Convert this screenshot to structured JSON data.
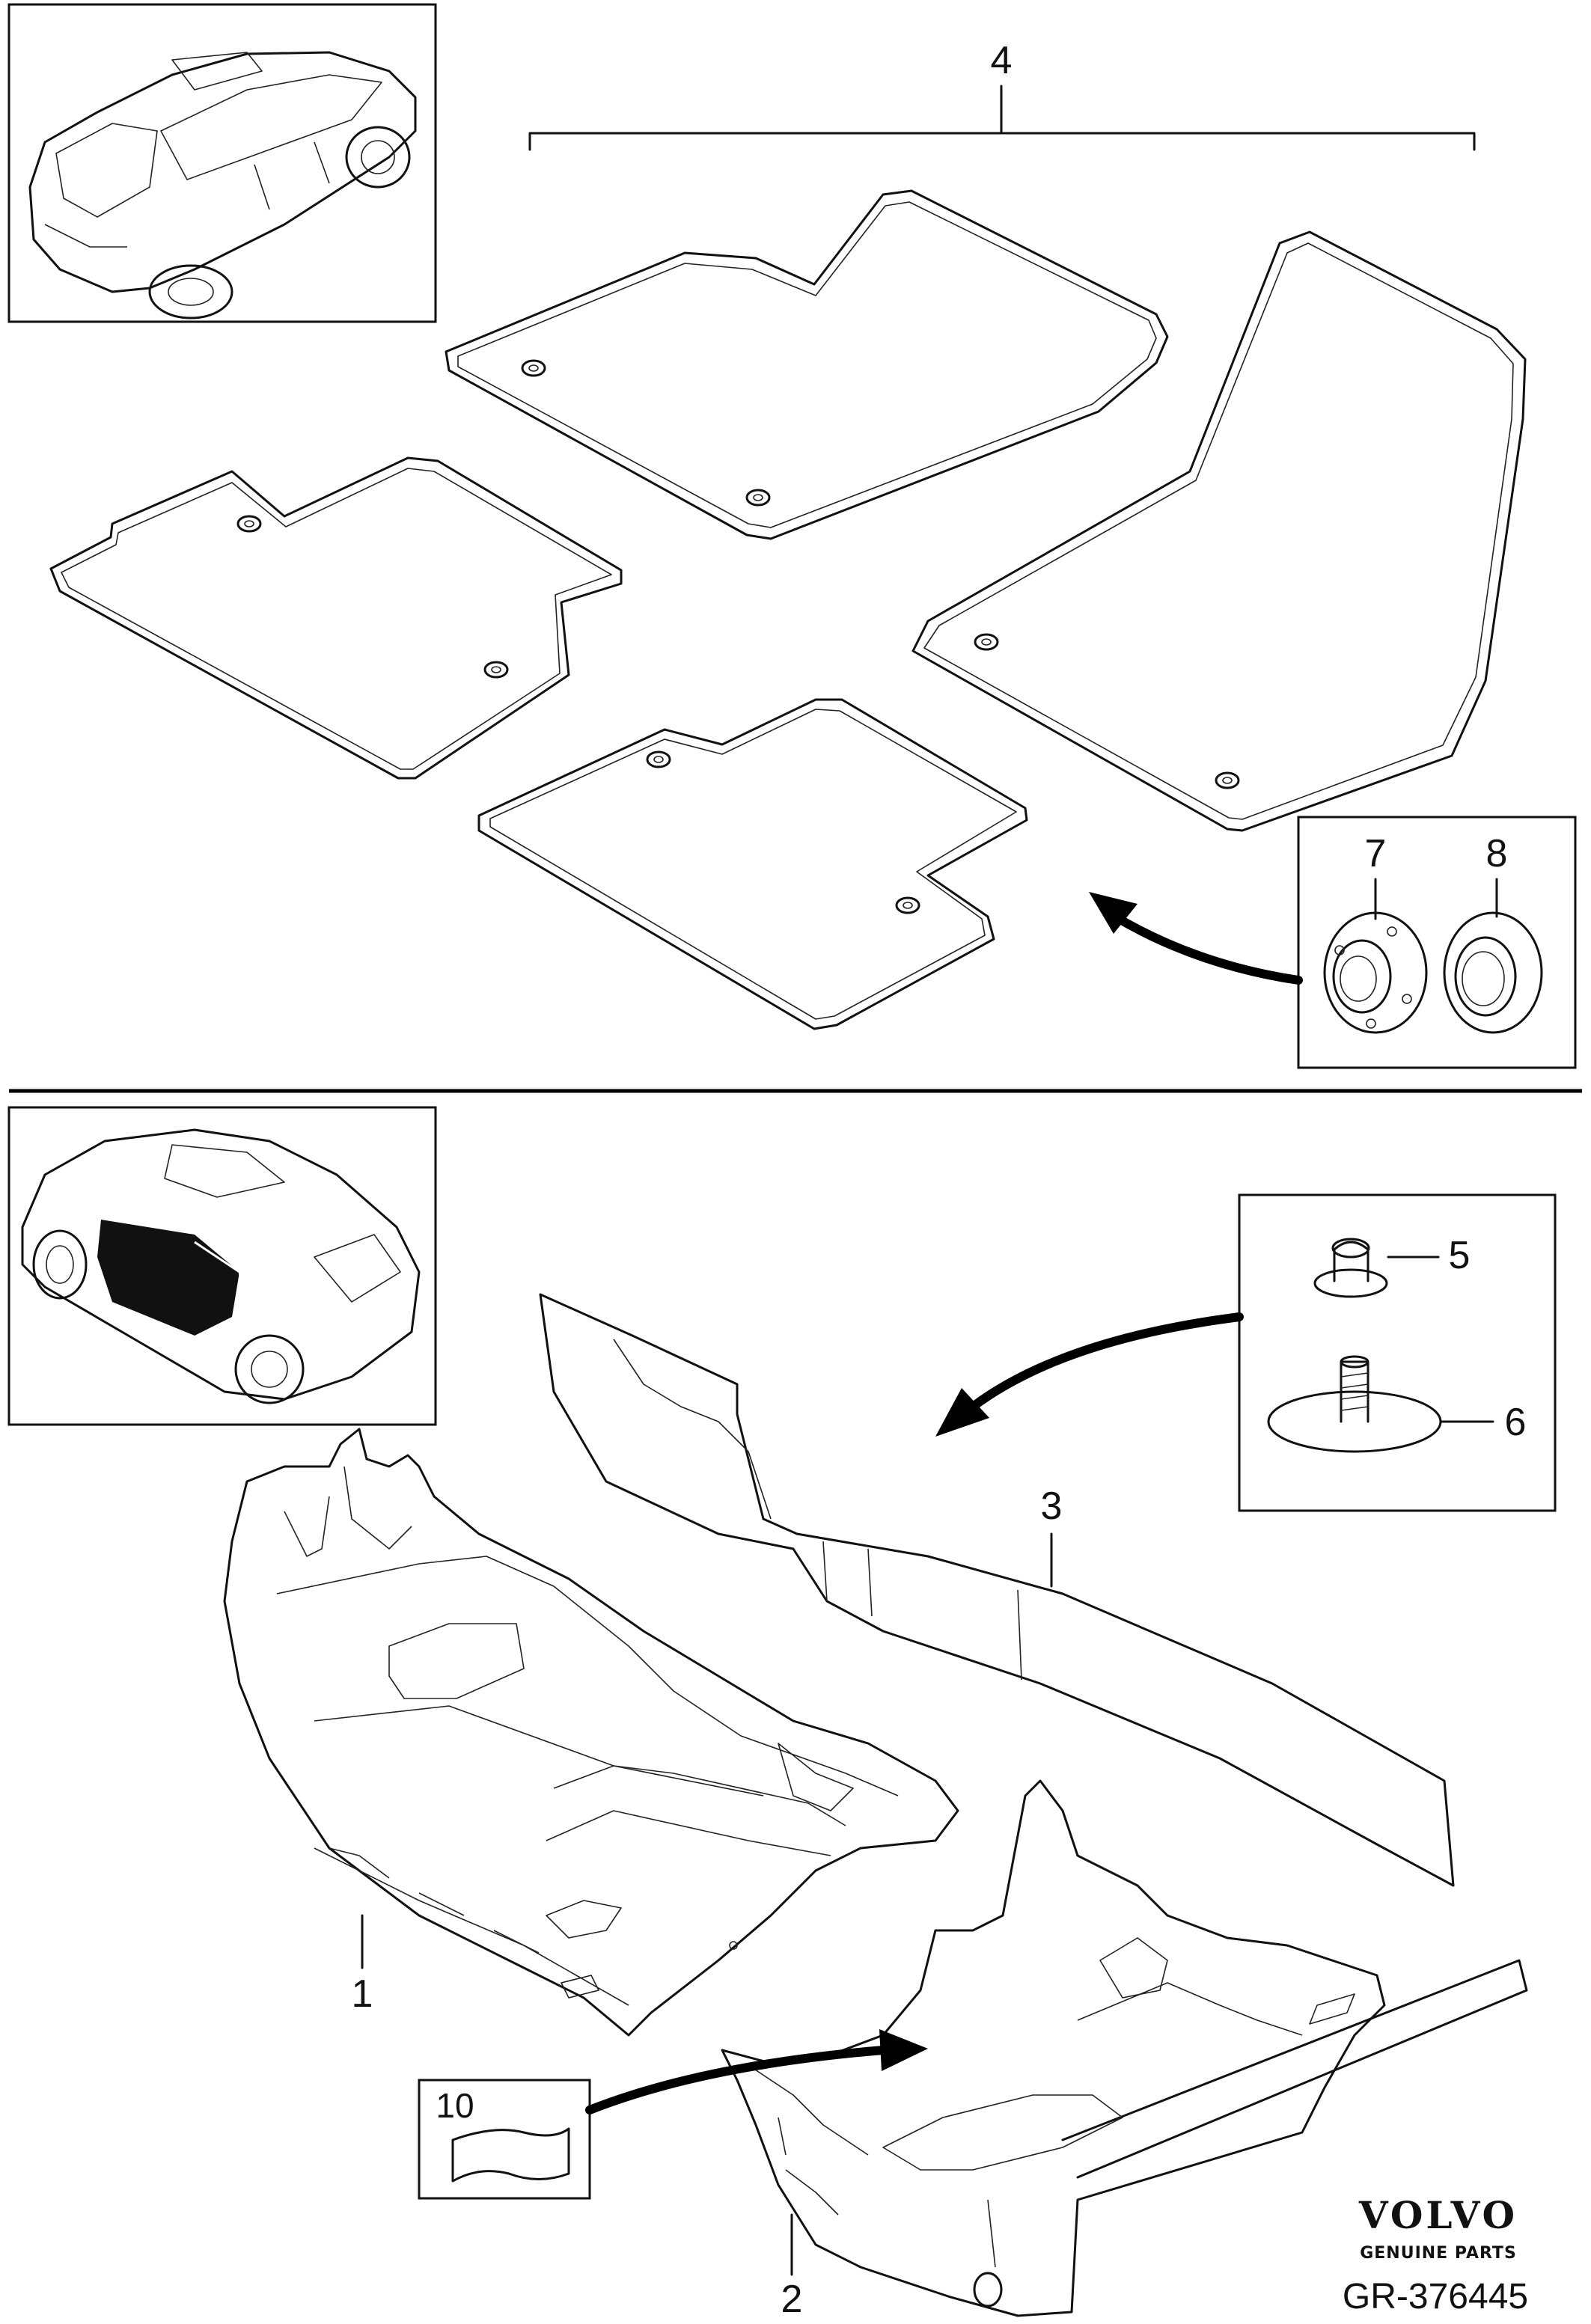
{
  "callouts": {
    "c1": "1",
    "c2": "2",
    "c3": "3",
    "c4": "4",
    "c5": "5",
    "c6": "6",
    "c7": "7",
    "c8": "8",
    "c10": "10"
  },
  "brand": {
    "name": "VOLVO",
    "tagline": "GENUINE PARTS"
  },
  "reference": "GR-376445",
  "colors": {
    "line": "#111111",
    "background": "#ffffff",
    "highlight": "#000000"
  },
  "icons": {
    "car_top": "car-rear-view-icon",
    "car_bottom": "car-side-carpet-icon",
    "fastener_7": "mat-clip-base-icon",
    "fastener_8": "mat-clip-ring-icon",
    "fastener_5": "push-button-icon",
    "fastener_6": "stud-icon",
    "part_10": "adhesive-strip-icon"
  }
}
